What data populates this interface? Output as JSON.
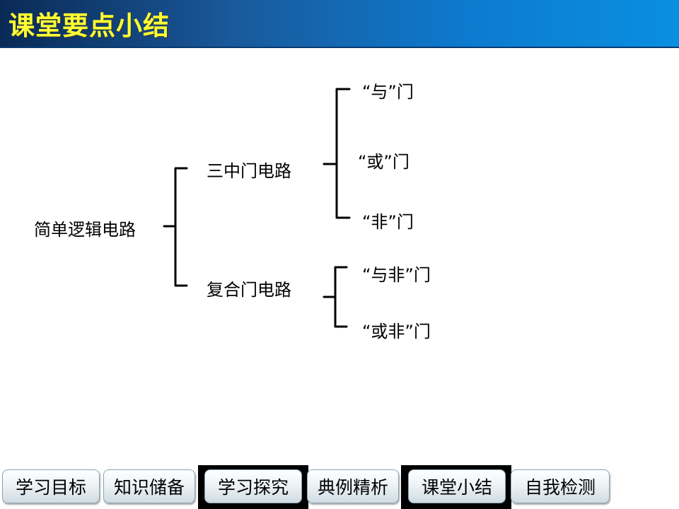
{
  "header": {
    "title": "课堂要点小结"
  },
  "diagram": {
    "root": "简单逻辑电路",
    "branches": [
      {
        "label": "三中门电路",
        "children": [
          "“与”门",
          "“或”门",
          "“非”门"
        ]
      },
      {
        "label": "复合门电路",
        "children": [
          "“与非”门",
          "“或非”门"
        ]
      }
    ]
  },
  "nav": {
    "items": [
      {
        "label": "学习目标"
      },
      {
        "label": "知识储备"
      },
      {
        "label": "学习探究"
      },
      {
        "label": "典例精析"
      },
      {
        "label": "课堂小结"
      },
      {
        "label": "自我检测"
      }
    ]
  },
  "colors": {
    "title": "#ffff33",
    "header": "#0c7bd0"
  }
}
